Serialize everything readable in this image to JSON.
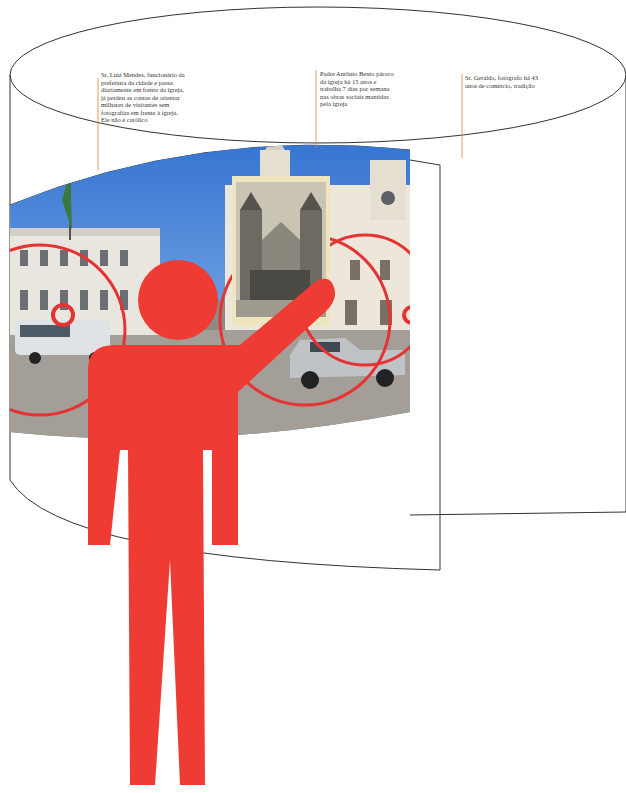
{
  "diagram": {
    "labels": [
      "Sr. Luiz Mendes, funcionário da prefeitura da cidade e passa diariamente em frente da igreja, já perdeu as contas de orientar milhares de visitantes sem fotografias em frente à igreja. Ele não é católico",
      "Padre Antônio Bento pároco da igreja há 15 anos e trabalha 7 dias por semana nas obras sociais mantidas pela igreja",
      "Sr. Geraldo, fotógrafo há 43 anos de comércio, tradição"
    ]
  }
}
